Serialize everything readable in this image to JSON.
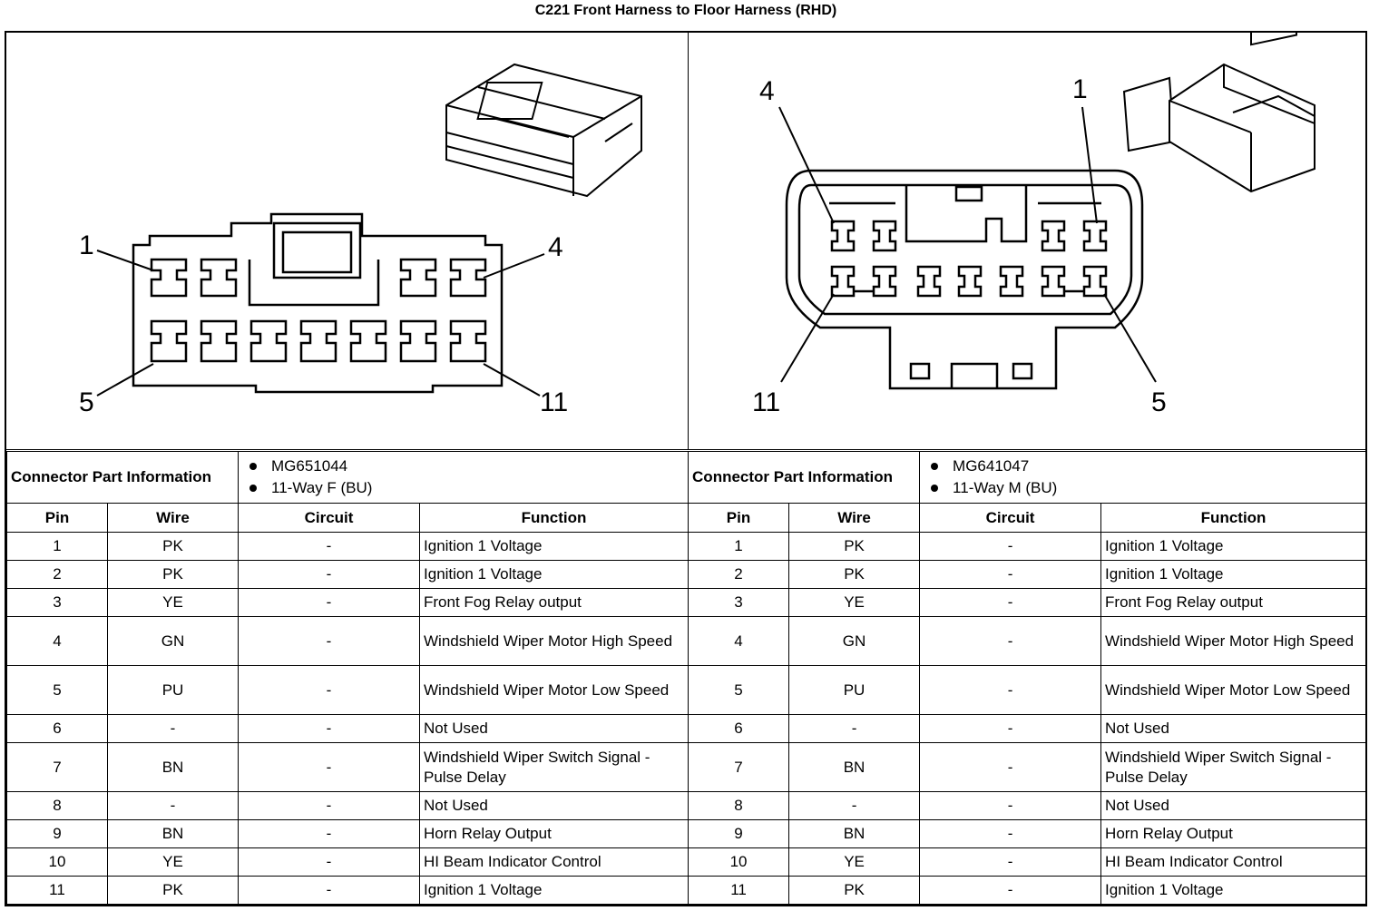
{
  "title": "C221 Front Harness to Floor Harness (RHD)",
  "left_connector": {
    "info_label": "Connector Part Information",
    "part_number": "MG651044",
    "description": "11-Way F (BU)",
    "pin_callouts": {
      "top_left": "1",
      "top_right": "4",
      "bottom_left": "5",
      "bottom_right": "11"
    }
  },
  "right_connector": {
    "info_label": "Connector Part Information",
    "part_number": "MG641047",
    "description": "11-Way M (BU)",
    "pin_callouts": {
      "top_left": "4",
      "top_right": "1",
      "bottom_left": "11",
      "bottom_right": "5"
    }
  },
  "columns": [
    "Pin",
    "Wire",
    "Circuit",
    "Function"
  ],
  "rows": [
    {
      "pin": "1",
      "wire": "PK",
      "circuit": "-",
      "function": "Ignition 1 Voltage"
    },
    {
      "pin": "2",
      "wire": "PK",
      "circuit": "-",
      "function": "Ignition 1 Voltage"
    },
    {
      "pin": "3",
      "wire": "YE",
      "circuit": "-",
      "function": "Front Fog Relay output"
    },
    {
      "pin": "4",
      "wire": "GN",
      "circuit": "-",
      "function": "Windshield Wiper Motor High Speed"
    },
    {
      "pin": "5",
      "wire": "PU",
      "circuit": "-",
      "function": "Windshield Wiper Motor Low Speed"
    },
    {
      "pin": "6",
      "wire": "-",
      "circuit": "-",
      "function": "Not Used"
    },
    {
      "pin": "7",
      "wire": "BN",
      "circuit": "-",
      "function": "Windshield Wiper Switch Signal - Pulse Delay"
    },
    {
      "pin": "8",
      "wire": "-",
      "circuit": "-",
      "function": "Not Used"
    },
    {
      "pin": "9",
      "wire": "BN",
      "circuit": "-",
      "function": "Horn Relay Output"
    },
    {
      "pin": "10",
      "wire": "YE",
      "circuit": "-",
      "function": "HI Beam Indicator Control"
    },
    {
      "pin": "11",
      "wire": "PK",
      "circuit": "-",
      "function": "Ignition 1 Voltage"
    }
  ]
}
